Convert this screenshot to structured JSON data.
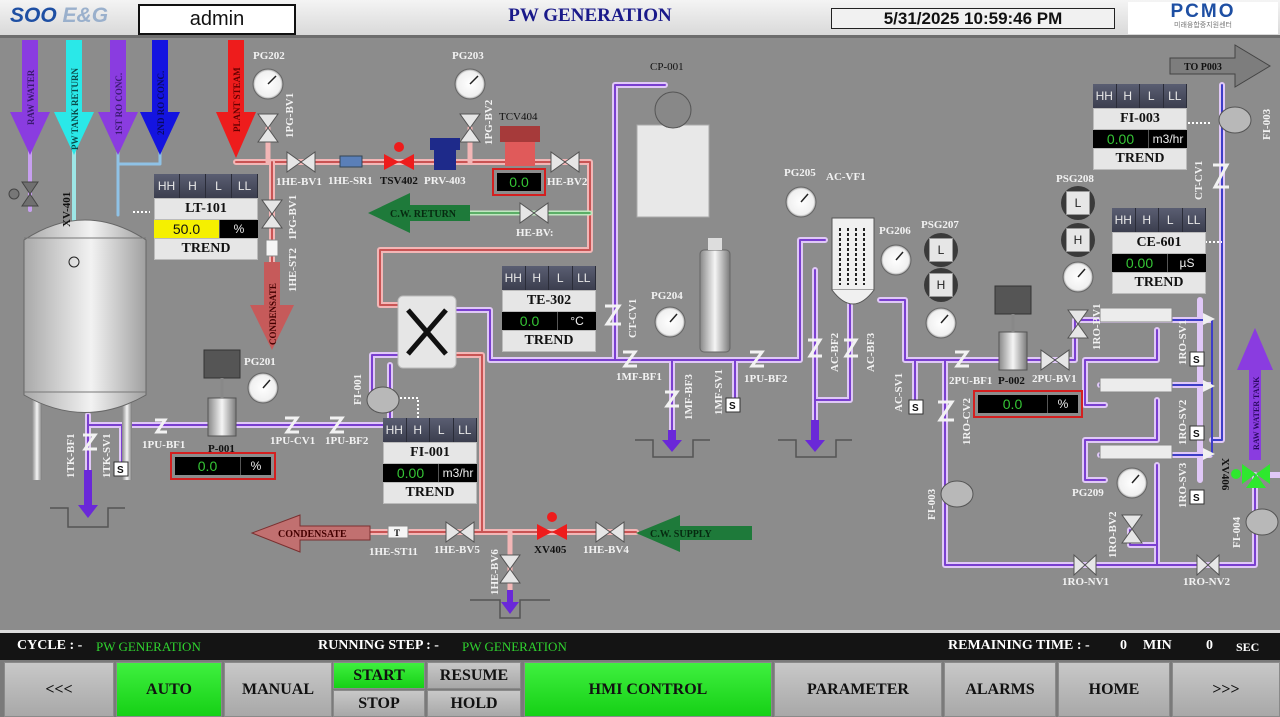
{
  "header": {
    "logo_main": "SOO",
    "logo_sub": "E&G",
    "user": "admin",
    "title": "PW GENERATION",
    "datetime": "5/31/2025 10:59:46 PM",
    "brand": "PCMO",
    "brand_sub": "미래융합중지원센터"
  },
  "arrows": {
    "raw_water": "RAW WATER",
    "pw_tank_return": "PW TANK RETURN",
    "first_ro_conc": "1ST RO CONC.",
    "second_ro_conc": "2ND RO CONC.",
    "plant_steam": "PLANT STEAM",
    "condensate_down": "CONDENSATE",
    "cw_return": "C.W. RETURN",
    "condensate_out": "CONDENSATE",
    "cw_supply": "C.W. SUPPLY",
    "to_p003": "TO P003",
    "raw_water_tank": "RAW WATER TANK"
  },
  "equipment_labels": {
    "xv401": "XV-401",
    "pg202": "PG202",
    "pg203": "PG203",
    "tcv404": "TCV404",
    "1pg_bv1_top": "1PG-BV1",
    "1pg_bv1": "1PG-BV1",
    "1pg_bv2": "1PG-BV2",
    "1he_bv1": "1HE-BV1",
    "1he_sr1": "1HE-SR1",
    "tsv402": "TSV402",
    "prv403": "PRV-403",
    "he_bv2": "HE-BV2",
    "he_bv3": "HE-BV:",
    "1he_st2": "1HE-ST2",
    "cp001": "CP-001",
    "pg205": "PG205",
    "ac_vf1": "AC-VF1",
    "pg206": "PG206",
    "psg207": "PSG207",
    "psg208": "PSG208",
    "ct_cv1": "CT-CV1",
    "ct_cv1_right": "CT-CV1",
    "fi003_right": "FI-003",
    "pg204": "PG204",
    "1mf_bf1": "1MF-BF1",
    "1mf_bf3": "1MF-BF3",
    "1mf_sv1": "1MF-SV1",
    "1pu_bf2_right": "1PU-BF2",
    "ac_bf2": "AC-BF2",
    "ac_bf3": "AC-BF3",
    "ac_sv1": "AC-SV1",
    "2pu_bf1": "2PU-BF1",
    "p002": "P-002",
    "2pu_bv1": "2PU-BV1",
    "1ro_bv1": "1RO-BV1",
    "1ro_cv2": "1RO-CV2",
    "fi003_left": "FI-003",
    "1ro_sv1": "1RO-SV1",
    "1ro_sv2": "1RO-SV2",
    "1ro_sv3": "1RO-SV3",
    "pg209": "PG209",
    "1ro_bv2": "1RO-BV2",
    "1ro_nv1": "1RO-NV1",
    "1ro_nv2": "1RO-NV2",
    "xv406": "XV406",
    "fi004": "FI-004",
    "pg201": "PG201",
    "p001": "P-001",
    "1pu_bf1": "1PU-BF1",
    "1pu_cv1": "1PU-CV1",
    "1pu_bf2": "1PU-BF2",
    "fi001": "FI-001",
    "1tk_bf1": "1TK-BF1",
    "1tk_sv1": "1TK-SV1",
    "1he_st11": "1HE-ST11",
    "1he_bv5": "1HE-BV5",
    "1he_bv6": "1HE-BV6",
    "xv405": "XV405",
    "1he_bv4": "1HE-BV4",
    "strainer_t": "T",
    "solenoid_s": "S"
  },
  "faceplates": {
    "alarm_labels": [
      "HH",
      "H",
      "L",
      "LL"
    ],
    "trend_label": "TREND",
    "lt101": {
      "tag": "LT-101",
      "value": "50.0",
      "unit": "%"
    },
    "te302": {
      "tag": "TE-302",
      "value": "0.0",
      "unit": "°C"
    },
    "fi001": {
      "tag": "FI-001",
      "value": "0.00",
      "unit": "m3/hr"
    },
    "fi003": {
      "tag": "FI-003",
      "value": "0.00",
      "unit": "m3/hr"
    },
    "ce601": {
      "tag": "CE-601",
      "value": "0.00",
      "unit": "µS"
    }
  },
  "readouts": {
    "tcv404": {
      "value": "0.0"
    },
    "p001": {
      "value": "0.0",
      "unit": "%"
    },
    "p002": {
      "value": "0.0",
      "unit": "%"
    }
  },
  "switch_labels": {
    "low": "L",
    "high": "H"
  },
  "status": {
    "cycle_label": "CYCLE : -",
    "cycle_value": "PW GENERATION",
    "step_label": "RUNNING STEP : -",
    "step_value": "PW GENERATION",
    "remaining_label": "REMAINING TIME : -",
    "min_value": "0",
    "min_label": "MIN",
    "sec_value": "0",
    "sec_label": "SEC"
  },
  "nav": {
    "prev": "<<<",
    "auto": "AUTO",
    "manual": "MANUAL",
    "start": "START",
    "stop": "STOP",
    "resume": "RESUME",
    "hold": "HOLD",
    "hmi_control": "HMI CONTROL",
    "parameter": "PARAMETER",
    "alarms": "ALARMS",
    "home": "HOME",
    "next": ">>>"
  },
  "colors": {
    "active_green": "#16d016",
    "value_green": "#35c535",
    "alarm_red": "#d41f1f",
    "steam_red": "#ee1c1c",
    "purified_purple": "#8a3ce0",
    "cooling_green": "#1e7a3a"
  }
}
